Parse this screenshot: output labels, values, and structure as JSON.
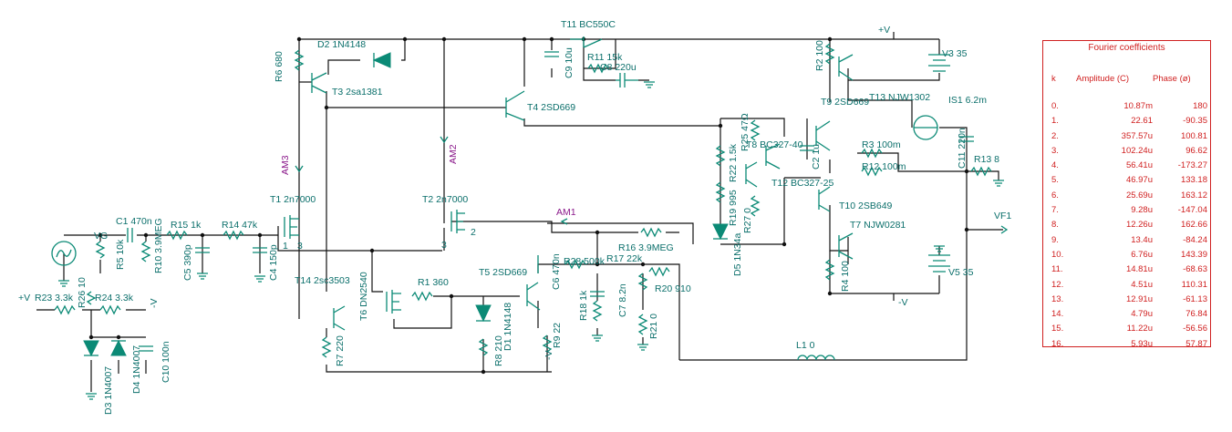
{
  "components": {
    "V3": "V3 35",
    "V5": "V5 35",
    "T11": "T11 BC550C",
    "D2": "D2 1N4148",
    "R6": "R6 680",
    "T3": "T3 2sa1381",
    "R11": "R11 15k",
    "C8": "C8 220u",
    "C9": "C9 10u",
    "T4": "T4 2SD669",
    "R2": "R2 100",
    "T9": "T9 2SD669",
    "T13": "T13 NJW1302",
    "IS1": "IS1 6.2m",
    "C11": "C11 220n",
    "R13": "R13 8",
    "R25": "R25 47Ω",
    "T8": "T8 BC327-40",
    "R22": "R22 1.5k",
    "C2": "C2 1u",
    "R3": "R3 100m",
    "R12": "R12 100m",
    "T12": "T12 BC327-25",
    "R19": "R19 995",
    "R27": "R27 0",
    "T10": "T10 2SB649",
    "T7": "T7 NJW0281",
    "D5": "D5 1N34a",
    "R4": "R4 100",
    "T1": "T1 2n7000",
    "T2": "T2 2n7000",
    "C1": "C1 470n",
    "R15": "R15 1k",
    "R14": "R14 47k",
    "R5": "R5 10k",
    "R10": "R10 3.9MEG",
    "C5": "C5 390p",
    "C4": "C4 150p",
    "R16": "R16 3.9MEG",
    "R28": "R28 500k",
    "R17": "R17 22k",
    "C6": "C6 470n",
    "T5": "T5 2SD669",
    "R1": "R1 360",
    "T14": "T14 2sc3503",
    "T6": "T6 DN2540",
    "R7": "R7 220",
    "D1": "D1 1N4148",
    "R8": "R8 210",
    "R9": "R9 22",
    "R18": "R18 1k",
    "C7": "C7 8.2n",
    "R20": "R20 910",
    "R21": "R21 0",
    "L1": "L1 0",
    "R23": "R23 3.3k",
    "R24": "R24 3.3k",
    "R26": "R26 10",
    "D3": "D3 1N4007",
    "D4": "D4 1N4007",
    "C10": "C10 100n"
  },
  "nets": {
    "vplus": "+V",
    "vminus": "-V",
    "vplus_input": "+V",
    "vminus_r10": "-V",
    "vminus_out": "-V",
    "vminus_r9": "-V",
    "vg": "VG",
    "vf1": "VF1",
    "pin1": "1",
    "pin3a": "3",
    "pin3b": "3",
    "pin2": "2"
  },
  "probes": {
    "am1": "AM1",
    "am2": "AM2",
    "am3": "AM3"
  },
  "fourier": {
    "title": "Fourier coefficients",
    "headers": {
      "k": "k",
      "amplitude": "Amplitude (C)",
      "phase": "Phase (ø)"
    },
    "rows": [
      {
        "k": "0.",
        "amp": "10.87m",
        "phase": "180"
      },
      {
        "k": "1.",
        "amp": "22.61",
        "phase": "-90.35"
      },
      {
        "k": "2.",
        "amp": "357.57u",
        "phase": "100.81"
      },
      {
        "k": "3.",
        "amp": "102.24u",
        "phase": "96.62"
      },
      {
        "k": "4.",
        "amp": "56.41u",
        "phase": "-173.27"
      },
      {
        "k": "5.",
        "amp": "46.97u",
        "phase": "133.18"
      },
      {
        "k": "6.",
        "amp": "25.69u",
        "phase": "163.12"
      },
      {
        "k": "7.",
        "amp": "9.28u",
        "phase": "-147.04"
      },
      {
        "k": "8.",
        "amp": "12.26u",
        "phase": "162.66"
      },
      {
        "k": "9.",
        "amp": "13.4u",
        "phase": "-84.24"
      },
      {
        "k": "10.",
        "amp": "6.76u",
        "phase": "143.39"
      },
      {
        "k": "11.",
        "amp": "14.81u",
        "phase": "-68.63"
      },
      {
        "k": "12.",
        "amp": "4.51u",
        "phase": "110.31"
      },
      {
        "k": "13.",
        "amp": "12.91u",
        "phase": "-61.13"
      },
      {
        "k": "14.",
        "amp": "4.79u",
        "phase": "76.84"
      },
      {
        "k": "15.",
        "amp": "11.22u",
        "phase": "-56.56"
      },
      {
        "k": "16.",
        "amp": "5.93u",
        "phase": "57.87"
      }
    ]
  },
  "colors": {
    "component": "#0b6f6b",
    "wire": "#111111",
    "probe": "#8b1a8b",
    "table": "#d02020"
  }
}
